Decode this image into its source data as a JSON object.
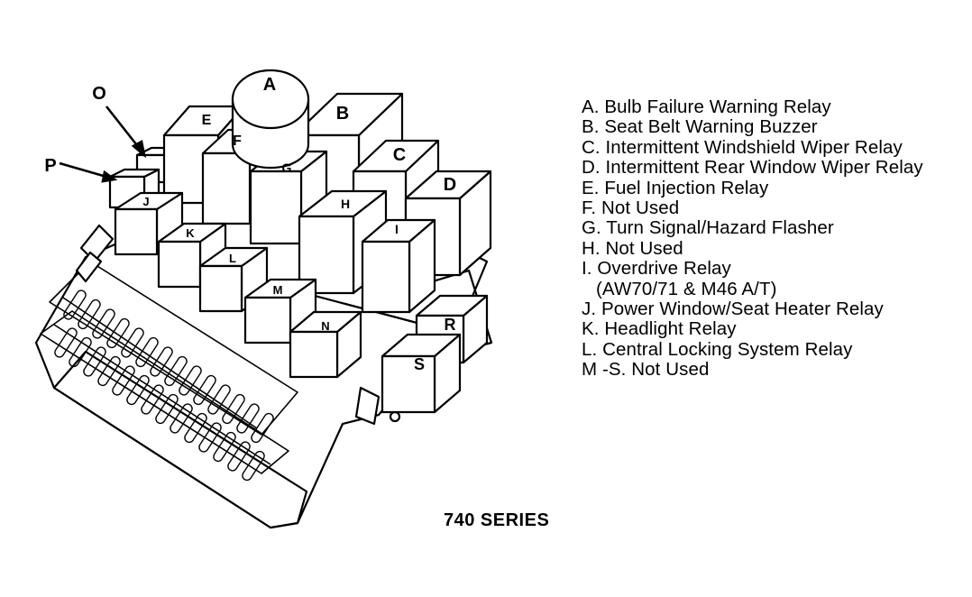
{
  "diagram": {
    "relay_labels": {
      "A": "A",
      "B": "B",
      "C": "C",
      "D": "D",
      "E": "E",
      "F": "F",
      "G": "G",
      "H": "H",
      "I": "I",
      "J": "J",
      "K": "K",
      "L": "L",
      "M": "M",
      "N": "N",
      "O": "O",
      "P": "P",
      "R": "R",
      "S": "S"
    },
    "callouts": {
      "O": "O",
      "P": "P"
    }
  },
  "legend": [
    "A. Bulb Failure Warning Relay",
    "B. Seat Belt Warning Buzzer",
    "C. Intermittent Windshield Wiper Relay",
    "D. Intermittent Rear Window Wiper Relay",
    "E. Fuel Injection Relay",
    "F. Not Used",
    "G. Turn Signal/Hazard Flasher",
    "H. Not Used",
    "I. Overdrive Relay",
    "(AW70/71 & M46 A/T)",
    "J. Power Window/Seat Heater Relay",
    "K. Headlight Relay",
    "L. Central Locking System Relay",
    "M -S. Not Used"
  ],
  "caption": "740 SERIES"
}
